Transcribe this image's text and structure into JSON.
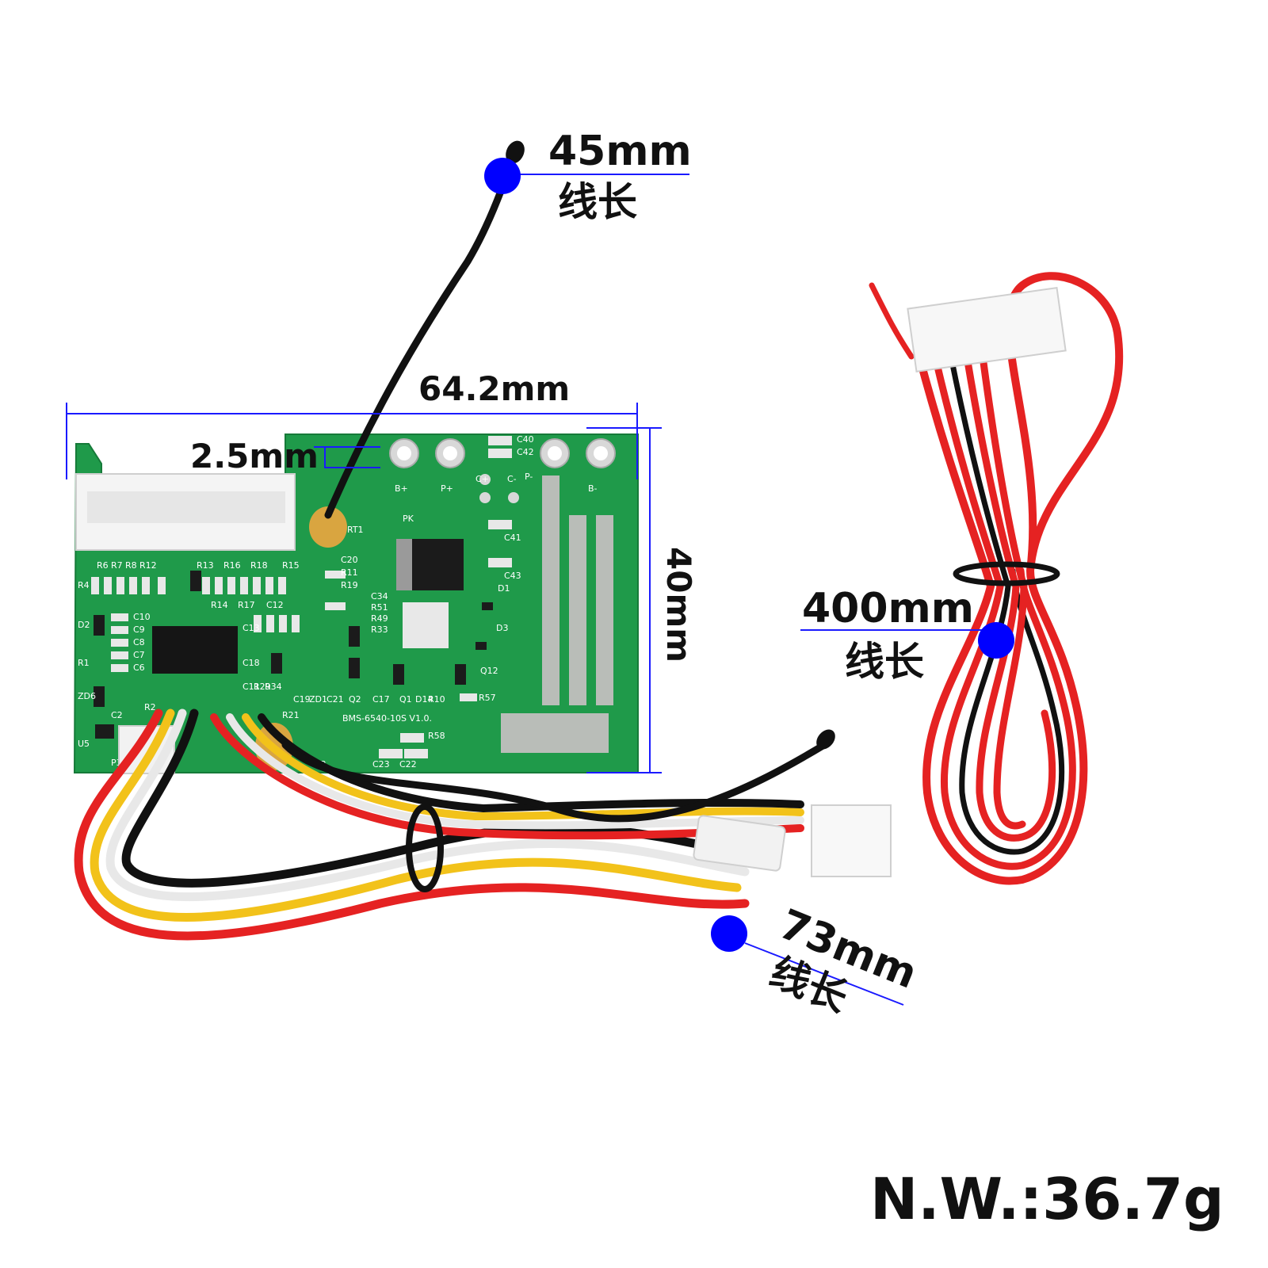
{
  "colors": {
    "pcb": "#1f9a4a",
    "pcb_dark": "#157a38",
    "dimension_line": "#1a1aff",
    "marker_dot": "#0000ff",
    "wire_red": "#e52222",
    "wire_black": "#111111",
    "wire_yellow": "#f2c21a",
    "wire_white": "#f2f2f2",
    "connector": "#f4f4f4"
  },
  "labels": {
    "thermistor_length": "45mm",
    "thermistor_caption": "线长",
    "board_width": "64.2mm",
    "hole_offset": "2.5mm",
    "board_height": "40mm",
    "balance_lead_length": "400mm",
    "balance_lead_caption": "线长",
    "harness_length": "73mm",
    "harness_caption": "线长",
    "net_weight": "N.W.:36.7g"
  },
  "pcb": {
    "model": "BMS-6540-10S V1.0.",
    "pads": [
      "B+",
      "P+",
      "C+",
      "C-",
      "P-",
      "B-"
    ],
    "marking_pk": "PK",
    "silk_refs": [
      "R6",
      "R7",
      "R8",
      "R12",
      "R13",
      "R16",
      "R18",
      "R15",
      "R4",
      "R14",
      "R17",
      "C12",
      "C20",
      "R11",
      "R19",
      "C34",
      "R51",
      "R49",
      "R33",
      "C41",
      "C43",
      "D1",
      "D3",
      "C40",
      "C42",
      "C10",
      "C9",
      "C8",
      "C7",
      "C6",
      "D2",
      "R1",
      "ZD6",
      "C2",
      "U5",
      "P3",
      "R2",
      "R58",
      "C23",
      "C22",
      "P2",
      "R57",
      "Q12",
      "R10",
      "D14",
      "Q1",
      "C17",
      "Q2",
      "C21",
      "ZD1",
      "C19",
      "R21",
      "R34",
      "R29",
      "C18",
      "C11",
      "C13",
      "RT1"
    ]
  },
  "icons": [
    "thermistor-probe",
    "balance-connector",
    "harness-connector",
    "cable-tie"
  ]
}
